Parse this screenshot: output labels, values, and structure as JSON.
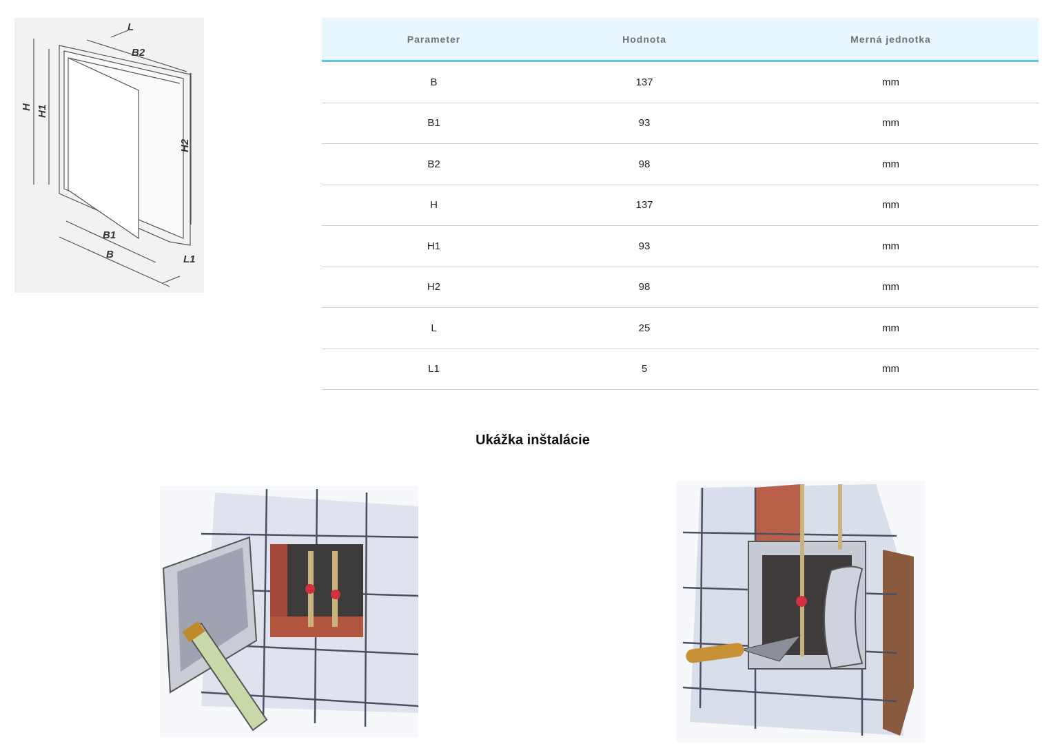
{
  "diagram": {
    "labels": [
      "H",
      "H1",
      "H2",
      "B",
      "B1",
      "B2",
      "L",
      "L1"
    ]
  },
  "table": {
    "headers": [
      "Parameter",
      "Hodnota",
      "Merná jednotka"
    ],
    "rows": [
      {
        "param": "B",
        "value": "137",
        "unit": "mm"
      },
      {
        "param": "B1",
        "value": "93",
        "unit": "mm"
      },
      {
        "param": "B2",
        "value": "98",
        "unit": "mm"
      },
      {
        "param": "H",
        "value": "137",
        "unit": "mm"
      },
      {
        "param": "H1",
        "value": "93",
        "unit": "mm"
      },
      {
        "param": "H2",
        "value": "98",
        "unit": "mm"
      },
      {
        "param": "L",
        "value": "25",
        "unit": "mm"
      },
      {
        "param": "L1",
        "value": "5",
        "unit": "mm"
      }
    ]
  },
  "install": {
    "title": "Ukážka inštalácie"
  },
  "colors": {
    "header_bg": "#e8f6fd",
    "header_border": "#5bc3e3"
  }
}
